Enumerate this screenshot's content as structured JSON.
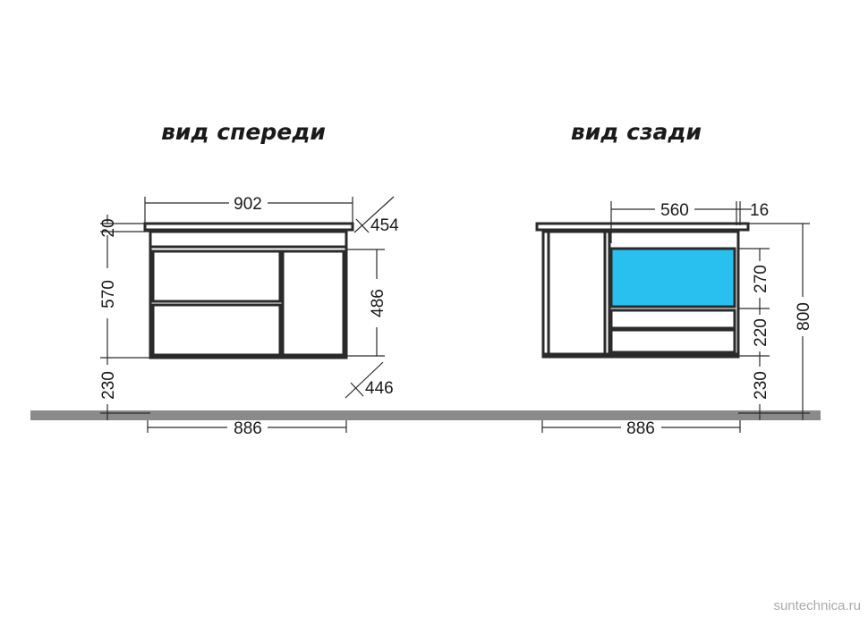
{
  "front_view": {
    "title": "вид спереди",
    "dims": {
      "top_width": "902",
      "top_thickness": "20",
      "body_height": "570",
      "leg_height": "230",
      "bottom_width": "886",
      "depth_top": "454",
      "door_height": "486",
      "depth_bottom": "446"
    }
  },
  "back_view": {
    "title": "вид сзади",
    "dims": {
      "opening_width": "560",
      "side_offset": "16",
      "opening_height": "270",
      "lower_height": "220",
      "leg_height": "230",
      "total_height": "800",
      "bottom_width": "886"
    }
  },
  "watermark": "suntechnica.ru",
  "colors": {
    "floor": "#8a8a8a",
    "panel_accent": "#29c0f0",
    "line": "#2a2a2a"
  }
}
